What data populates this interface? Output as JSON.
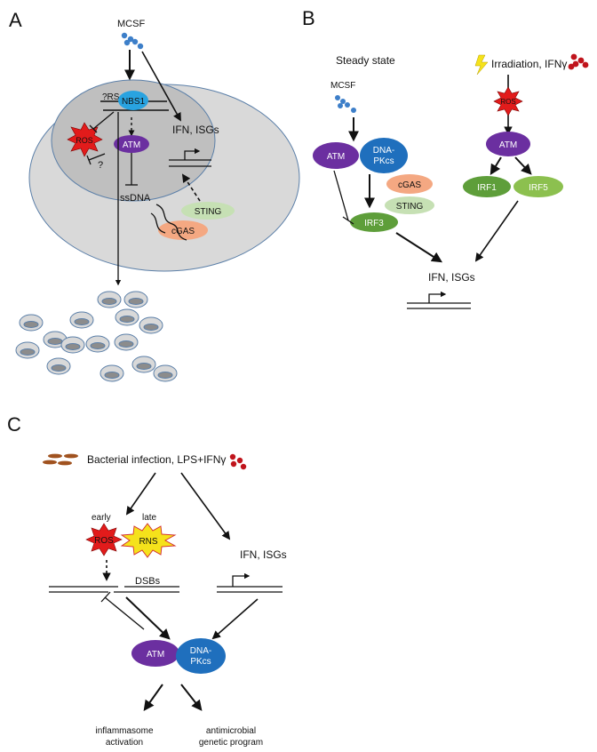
{
  "panels": {
    "a": {
      "letter": "A",
      "mcsf": "MCSF",
      "rs": "?RS",
      "nbs1": "NBS1",
      "ros": "ROS",
      "question": "?",
      "atm": "ATM",
      "ifn": "IFN, ISGs",
      "ssdna": "ssDNA",
      "sting": "STING",
      "cgas": "cGAS"
    },
    "b": {
      "letter": "B",
      "steady": "Steady state",
      "mcsf": "MCSF",
      "irradiation": "Irradiation, IFNγ",
      "ros": "ROS",
      "atm_left": "ATM",
      "dnapkcs_1": "DNA-",
      "dnapkcs_2": "PKcs",
      "cgas": "cGAS",
      "sting": "STING",
      "irf3": "IRF3",
      "atm_right": "ATM",
      "irf1": "IRF1",
      "irf5": "IRF5",
      "ifn": "IFN, ISGs"
    },
    "c": {
      "letter": "C",
      "infection": "Bacterial infection, LPS+IFNγ",
      "early": "early",
      "late": "late",
      "ros": "ROS",
      "rns": "RNS",
      "dsbs": "DSBs",
      "ifn": "IFN, ISGs",
      "atm": "ATM",
      "dnapkcs_1": "DNA-",
      "dnapkcs_2": "PKcs",
      "inflam_1": "inflammasome",
      "inflam_2": "activation",
      "antimic_1": "antimicrobial",
      "antimic_2": "genetic program"
    }
  },
  "colors": {
    "atm": "#6b2fa0",
    "dnapk": "#1f6fbd",
    "nbs1": "#29a3e0",
    "cgas": "#f4a882",
    "sting": "#c6e0b4",
    "irf_dark": "#5e9e3a",
    "irf_light": "#8cc04f",
    "ros": "#e21b1b",
    "rns": "#f5e21b",
    "mcsf_dot": "#3d7fc9",
    "ifng_dot": "#c0141c",
    "bacteria": "#a0521f",
    "cell_outer": "#d9d9d9",
    "cell_inner": "#bfbfbf",
    "cell_edge": "#5b7fa8"
  }
}
